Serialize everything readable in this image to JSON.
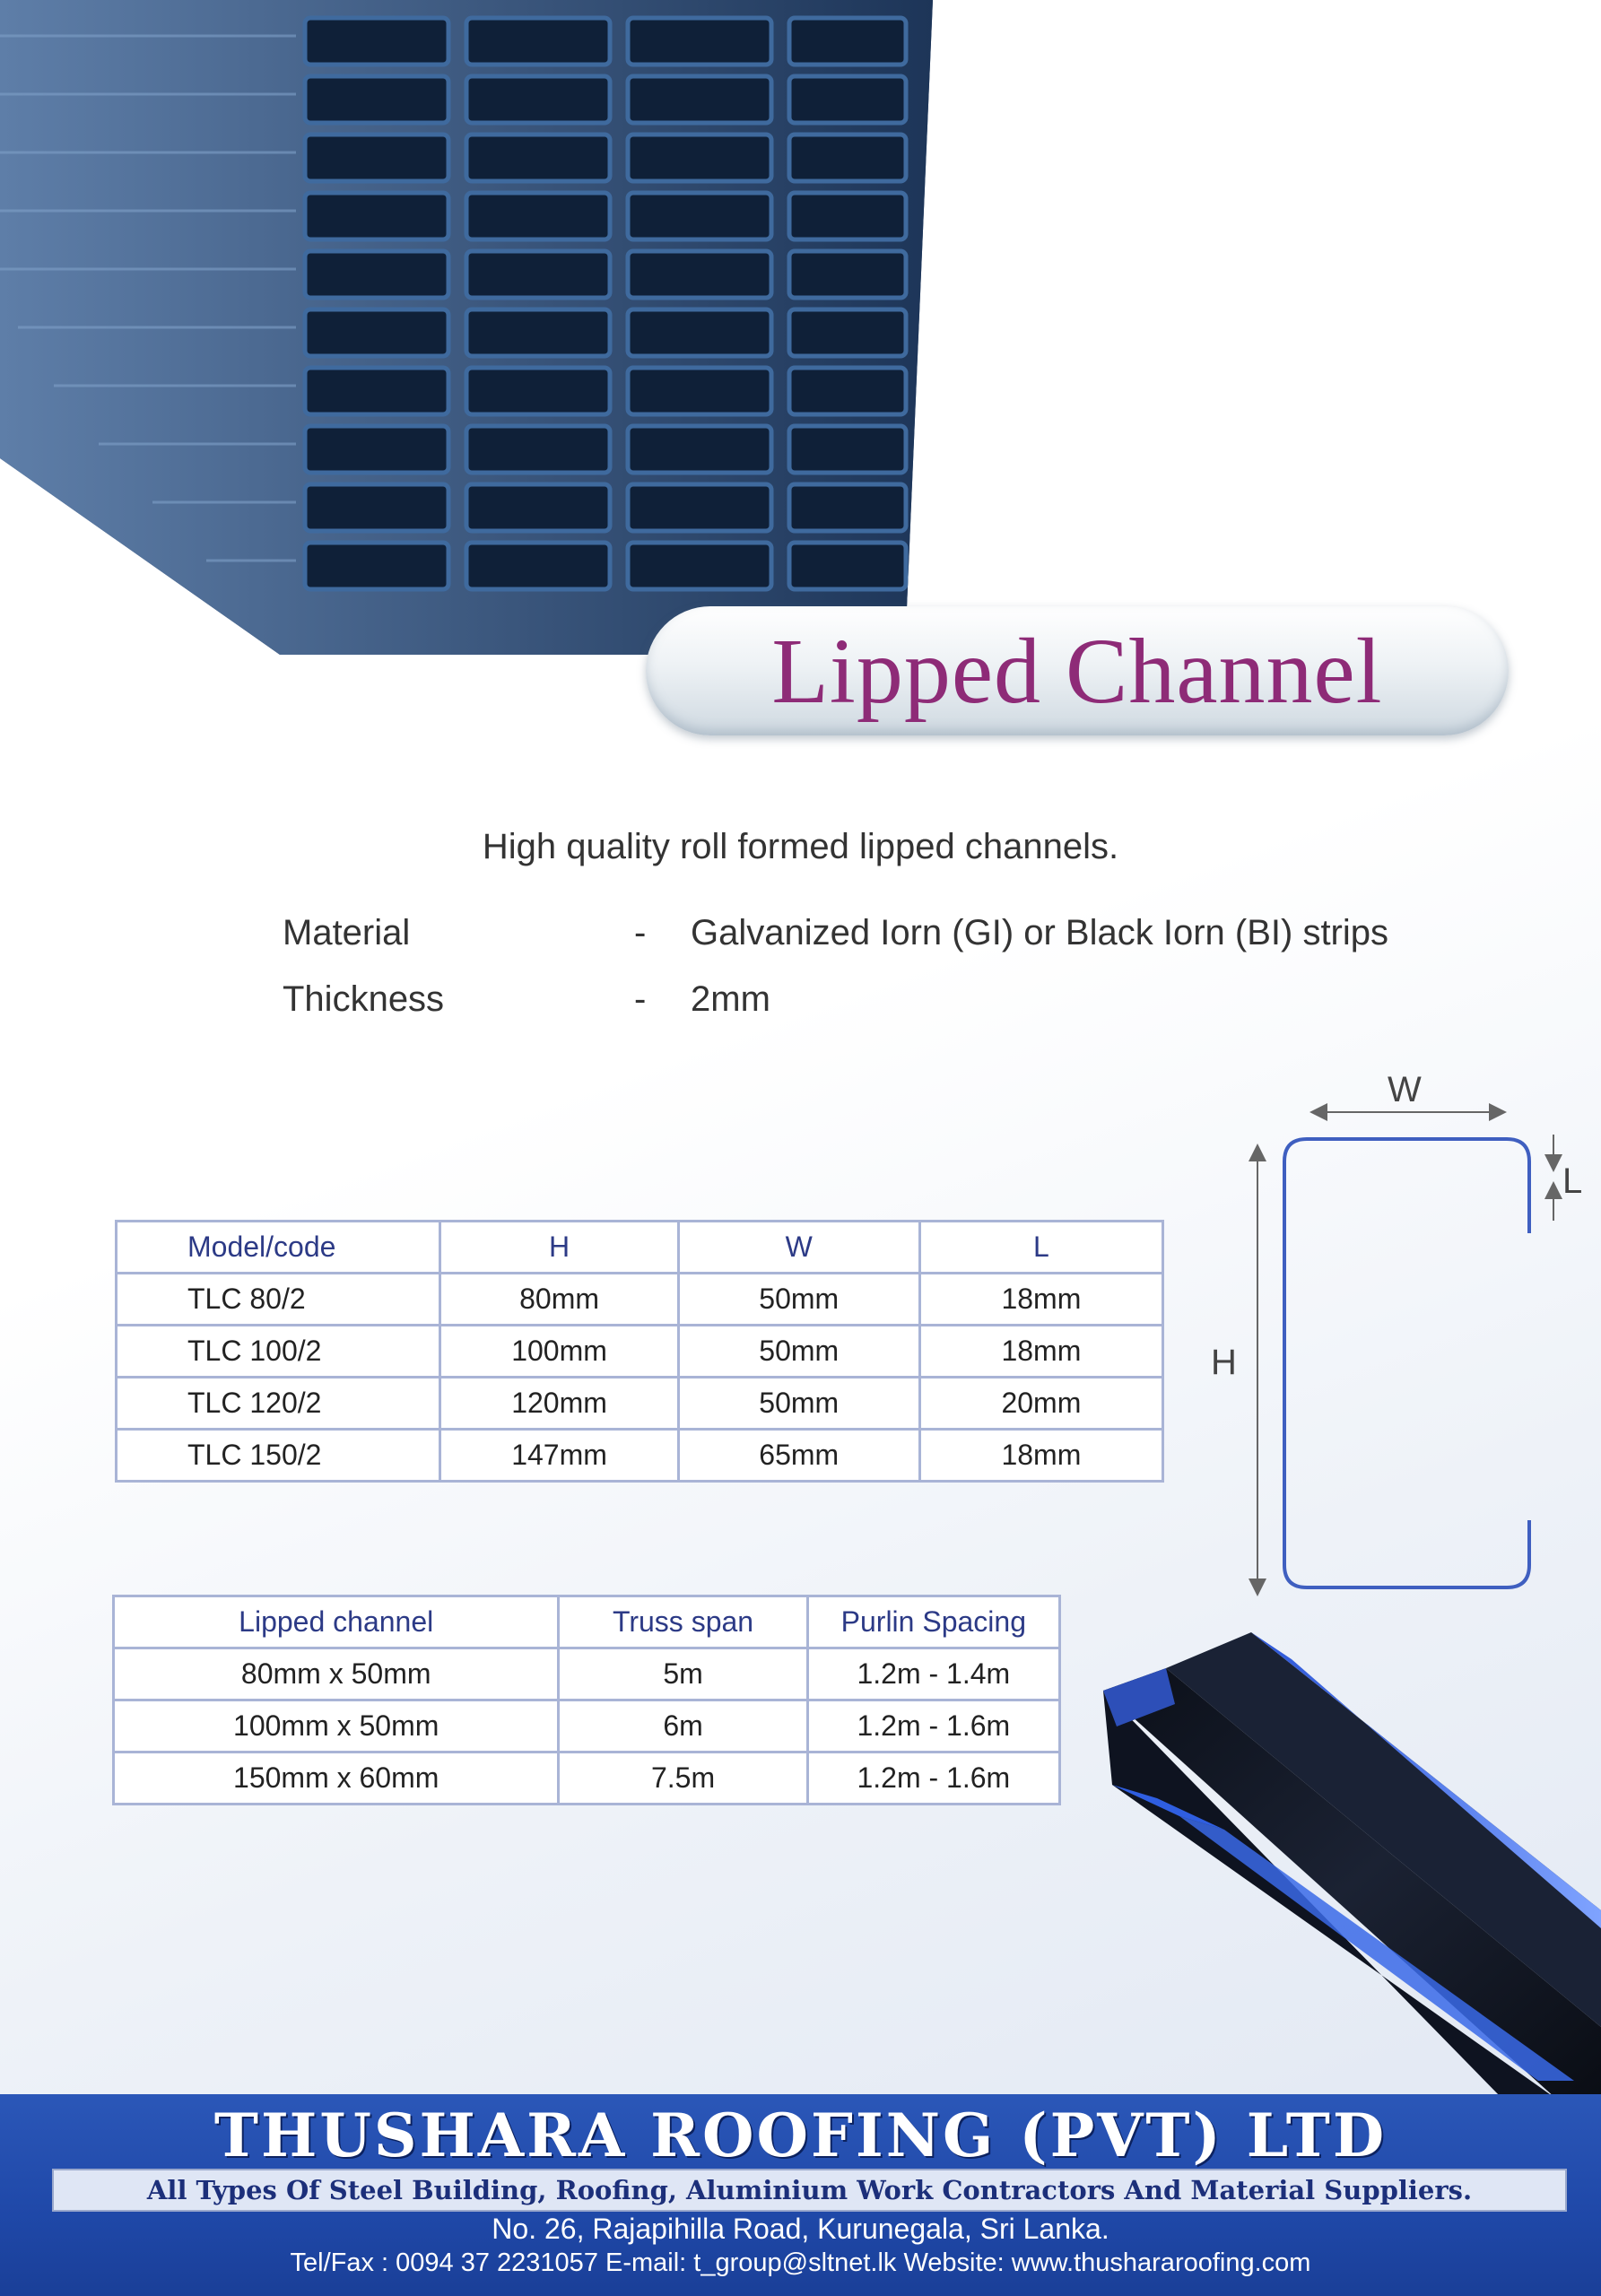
{
  "title": "Lipped Channel",
  "tagline": "High quality roll formed lipped channels.",
  "specs": [
    {
      "label": "Material",
      "dash": "-",
      "value": "Galvanized Iorn (GI) or Black Iorn (BI) strips"
    },
    {
      "label": "Thickness",
      "dash": "-",
      "value": "2mm"
    }
  ],
  "dimension_table": {
    "headers": [
      "Model/code",
      "H",
      "W",
      "L"
    ],
    "rows": [
      [
        "TLC 80/2",
        "80mm",
        "50mm",
        "18mm"
      ],
      [
        "TLC 100/2",
        "100mm",
        "50mm",
        "18mm"
      ],
      [
        "TLC 120/2",
        "120mm",
        "50mm",
        "20mm"
      ],
      [
        "TLC 150/2",
        "147mm",
        "65mm",
        "18mm"
      ]
    ]
  },
  "span_table": {
    "headers": [
      "Lipped channel",
      "Truss span",
      "Purlin Spacing"
    ],
    "rows": [
      [
        "80mm x 50mm",
        "5m",
        "1.2m - 1.4m"
      ],
      [
        "100mm x 50mm",
        "6m",
        "1.2m - 1.6m"
      ],
      [
        "150mm x 60mm",
        "7.5m",
        "1.2m - 1.6m"
      ]
    ]
  },
  "diagram": {
    "w_label": "W",
    "h_label": "H",
    "l_label": "L"
  },
  "footer": {
    "company": "THUSHARA ROOFING (PVT) LTD",
    "subline": "All Types Of Steel Building, Roofing, Aluminium Work Contractors And Material Suppliers.",
    "address": "No. 26, Rajapihilla Road, Kurunegala, Sri Lanka.",
    "contact": "Tel/Fax : 0094 37 2231057   E-mail: t_group@sltnet.lk   Website: www.thushararoofing.com"
  },
  "colors": {
    "title": "#8e2b77",
    "table_header": "#2c3a86",
    "footer_bg": "#1f48a8",
    "steel": "#27466f"
  }
}
